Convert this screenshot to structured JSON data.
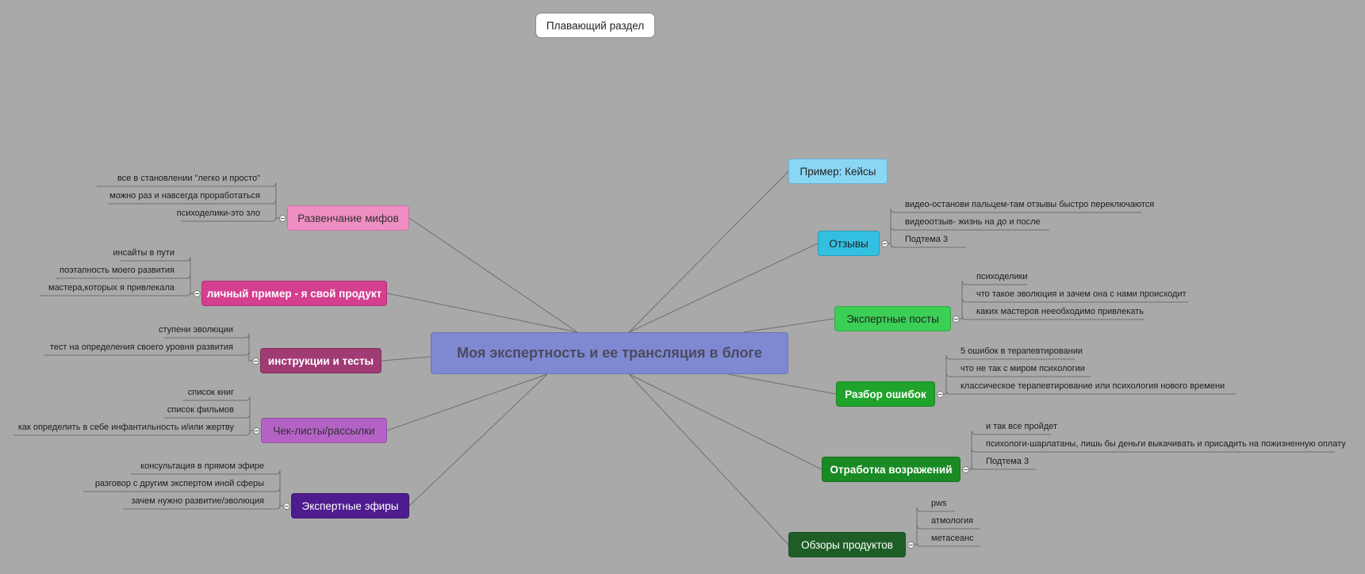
{
  "floating_topic": "Плавающий раздел",
  "central_topic": "Моя экспертность и ее трансляция в блоге",
  "branches": [
    {
      "label": "Пример: Кейсы",
      "color": "#89d7f4",
      "text_color": "#222222",
      "bold": false,
      "subtopics": []
    },
    {
      "label": "Отзывы",
      "color": "#33bfe0",
      "text_color": "#222222",
      "bold": false,
      "subtopics": [
        "видео-останови пальцем-там отзывы быстро переключаются",
        "видеоотзыв- жизнь на до и после",
        "Подтема 3"
      ]
    },
    {
      "label": "Экспертные посты",
      "color": "#3bcf55",
      "text_color": "#222222",
      "bold": false,
      "subtopics": [
        "психоделики",
        "что такое эволюция и зачем она с нами происходит",
        "каких мастеров нееобходимо привлекать"
      ]
    },
    {
      "label": "Разбор ошибок",
      "color": "#1fa32a",
      "text_color": "#ffffff",
      "bold": true,
      "subtopics": [
        "5 ошибок в терапевтировании",
        "что не так с миром психологии",
        "классическое терапевтирование или психология нового времени"
      ]
    },
    {
      "label": "Отработка возражений",
      "color": "#1a8a24",
      "text_color": "#ffffff",
      "bold": true,
      "subtopics": [
        "и так все пройдет",
        "психологи-шарлатаны, лишь бы деньги выкачивать и присадить на пожизненную оплату",
        "Подтема 3"
      ]
    },
    {
      "label": "Обзоры продуктов",
      "color": "#1e5e26",
      "text_color": "#ffffff",
      "bold": false,
      "subtopics": [
        "pws",
        "атмология",
        "метасеанс"
      ]
    },
    {
      "label": "Развенчание мифов",
      "color": "#ee8ec2",
      "text_color": "#333333",
      "bold": false,
      "subtopics": [
        "все в становлении \"легко и просто\"",
        "можно раз и навсегда проработаться",
        "психоделики-это зло"
      ]
    },
    {
      "label": "личный пример - я свой продукт",
      "color": "#d43f8f",
      "text_color": "#ffffff",
      "bold": true,
      "subtopics": [
        "инсайты в пути",
        "поэтапность моего развития",
        "мастера,которых я привлекала"
      ]
    },
    {
      "label": "инструкции и тесты",
      "color": "#a03b74",
      "text_color": "#ffffff",
      "bold": true,
      "subtopics": [
        "ступени эволюции",
        "тест на определения своего уровня развития"
      ]
    },
    {
      "label": "Чек-листы/рассылки",
      "color": "#b462c6",
      "text_color": "#333333",
      "bold": false,
      "subtopics": [
        "список книг",
        "список фильмов",
        "как определить в себе инфантильность и/или жертву"
      ]
    },
    {
      "label": "Экспертные эфиры",
      "color": "#4e1c8e",
      "text_color": "#ffffff",
      "bold": false,
      "subtopics": [
        "консультация в прямом эфире",
        "разговор с другим экспертом иной сферы",
        "зачем нужно развитие/эволюция"
      ]
    }
  ]
}
